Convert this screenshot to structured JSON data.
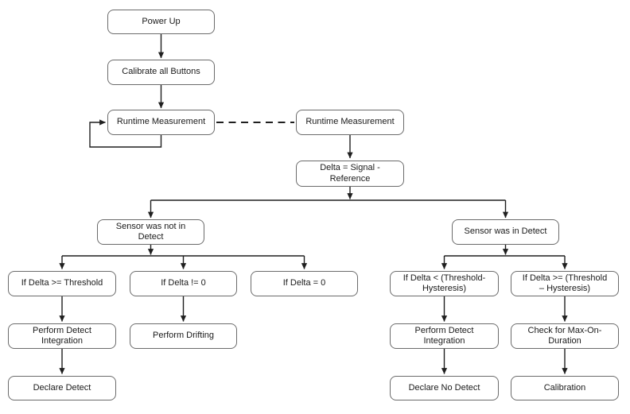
{
  "diagram": {
    "colors": {
      "background": "#ffffff",
      "box_fill": "#ffffff",
      "box_border": "#6b6b6b",
      "line": "#1f1f1f",
      "text": "#1a1a1a"
    },
    "nodes": {
      "power_up": {
        "label": "Power Up"
      },
      "calibrate_all_buttons": {
        "label": "Calibrate all Buttons"
      },
      "runtime_measurement_left": {
        "label": "Runtime Measurement"
      },
      "runtime_measurement_right": {
        "label": "Runtime Measurement"
      },
      "delta_signal_reference": {
        "label": "Delta = Signal -\nReference"
      },
      "sensor_was_not_in_detect": {
        "label": "Sensor was not in\nDetect"
      },
      "sensor_was_in_detect": {
        "label": "Sensor was in Detect"
      },
      "if_delta_ge_threshold": {
        "label": "If Delta >= Threshold"
      },
      "if_delta_ne_zero": {
        "label": "If Delta != 0"
      },
      "if_delta_eq_zero": {
        "label": "If Delta = 0"
      },
      "if_delta_lt_threshold_hysteresis": {
        "label": "If Delta < (Threshold-\nHysteresis)"
      },
      "if_delta_ge_threshold_hysteresis": {
        "label": "If Delta >= (Threshold\n– Hysteresis)"
      },
      "perform_detect_integration_left": {
        "label": "Perform Detect\nIntegration"
      },
      "perform_drifting": {
        "label": "Perform Drifting"
      },
      "perform_detect_integration_right": {
        "label": "Perform Detect\nIntegration"
      },
      "check_for_max_on_duration": {
        "label": "Check for Max-On-\nDuration"
      },
      "declare_detect": {
        "label": "Declare Detect"
      },
      "declare_no_detect": {
        "label": "Declare No Detect"
      },
      "calibration": {
        "label": "Calibration"
      }
    }
  }
}
